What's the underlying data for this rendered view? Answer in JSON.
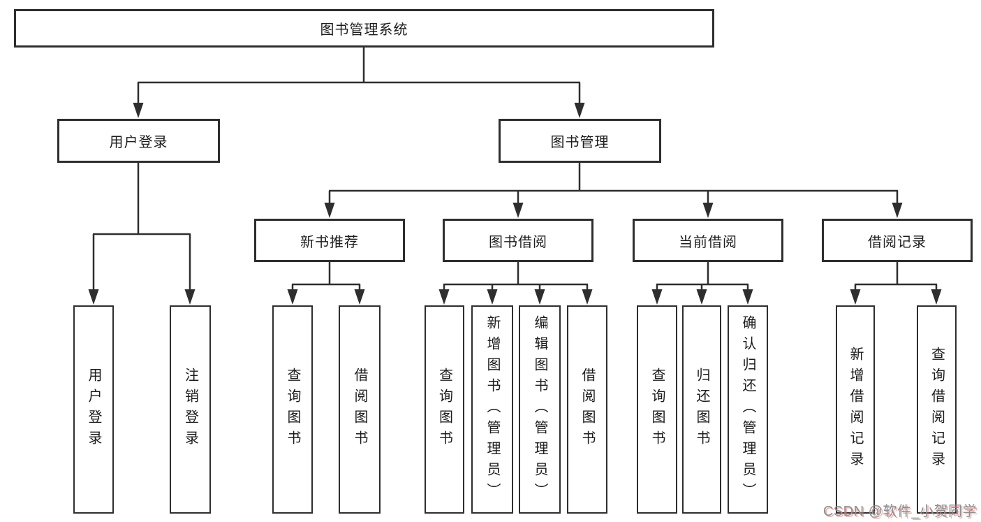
{
  "diagram": {
    "title": "图书管理系统"
  },
  "nodes": {
    "root": {
      "label": "图书管理系统",
      "children": [
        "user-login",
        "book-mgmt"
      ]
    },
    "user-login": {
      "label": "用户登录",
      "children": [
        "user-login-op",
        "logout-op"
      ]
    },
    "book-mgmt": {
      "label": "图书管理",
      "children": [
        "new-books",
        "book-borrow",
        "current-borrow",
        "borrow-records"
      ]
    },
    "user-login-op": {
      "label": "用户登录"
    },
    "logout-op": {
      "label": "注销登录"
    },
    "new-books": {
      "label": "新书推荐",
      "children": [
        "nb-query",
        "nb-borrow"
      ]
    },
    "book-borrow": {
      "label": "图书借阅",
      "children": [
        "bb-query",
        "bb-add",
        "bb-edit",
        "bb-borrow"
      ]
    },
    "current-borrow": {
      "label": "当前借阅",
      "children": [
        "cb-query",
        "cb-return",
        "cb-confirm"
      ]
    },
    "borrow-records": {
      "label": "借阅记录",
      "children": [
        "br-add",
        "br-query"
      ]
    },
    "nb-query": {
      "label": "查询图书"
    },
    "nb-borrow": {
      "label": "借阅图书"
    },
    "bb-query": {
      "label": "查询图书"
    },
    "bb-add": {
      "label": "新增图书（管理员）"
    },
    "bb-edit": {
      "label": "编辑图书（管理员）"
    },
    "bb-borrow": {
      "label": "借阅图书"
    },
    "cb-query": {
      "label": "查询图书"
    },
    "cb-return": {
      "label": "归还图书"
    },
    "cb-confirm": {
      "label": "确认归还（管理员）"
    },
    "br-add": {
      "label": "新增借阅记录"
    },
    "br-query": {
      "label": "查询借阅记录"
    }
  },
  "watermark": {
    "text": "CSDN @软件_小贺同学"
  },
  "colors": {
    "line": "#2e2e2e",
    "text": "#1c1c1c",
    "background": "#ffffff",
    "watermark_gray": "#8f8f8f",
    "watermark_red": "#d66868"
  }
}
